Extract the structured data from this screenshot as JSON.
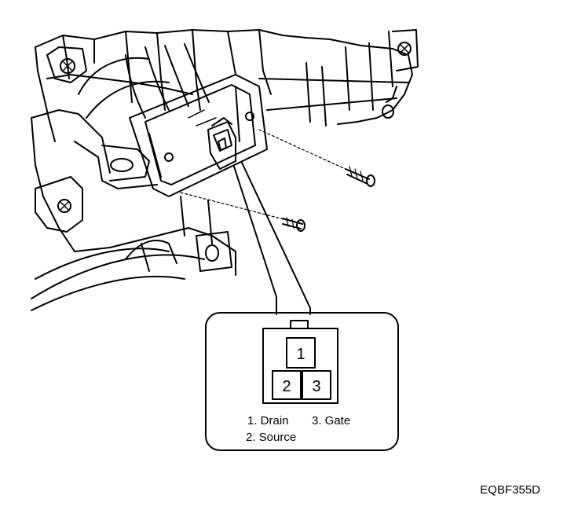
{
  "figure_code": "EQBF355D",
  "connector": {
    "pins": [
      {
        "number": "1"
      },
      {
        "number": "2"
      },
      {
        "number": "3"
      }
    ],
    "legend": {
      "drain": "1. Drain",
      "source": "2. Source",
      "gate": "3. Gate"
    }
  }
}
